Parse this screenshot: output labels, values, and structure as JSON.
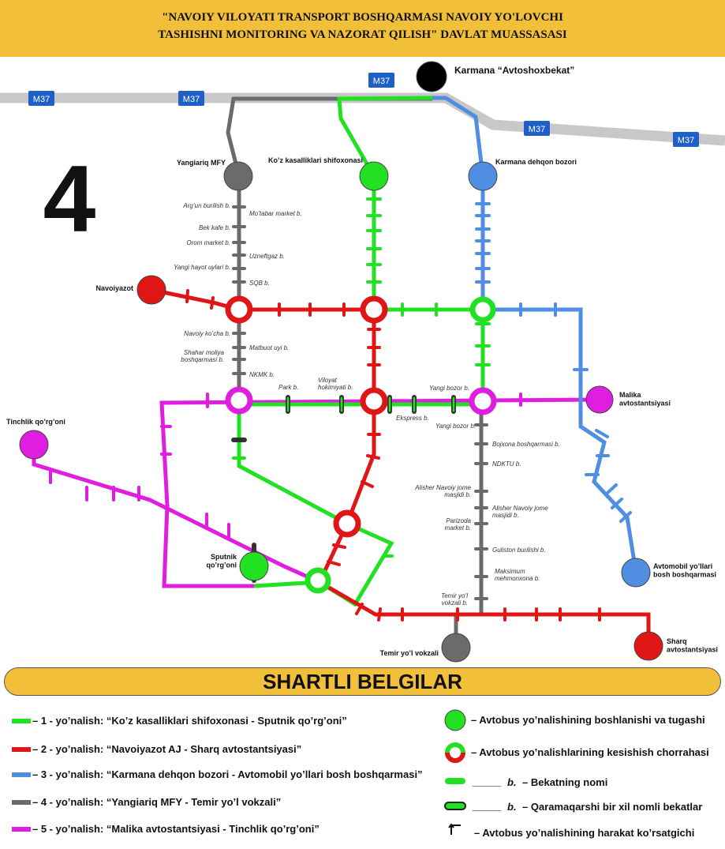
{
  "header": {
    "line1": "\"NAVOIY VILOYATI TRANSPORT BOSHQARMASI NAVOIY YO'LOVCHI",
    "line2": "TASHISHNI MONITORING VA NAZORAT QILISH\" DAVLAT MUASSASASI"
  },
  "route_number": "4",
  "highway_label": "M37",
  "colors": {
    "r1": "#22e122",
    "r2": "#e01616",
    "r3": "#4f8ee0",
    "r4": "#6b6b6b",
    "r5": "#e01ee0",
    "header": "#f2bf3a"
  },
  "terminals": {
    "karmana_avtoshox": "Karmana “Avtoshoxbekat”",
    "yangiariq": "Yangiariq MFY",
    "koz": "Ko’z kasalliklari shifoxonasi",
    "karmana_dehqon": "Karmana dehqon bozori",
    "navoiyazot": "Navoiyazot",
    "malika": "Malika\navtostantsiyasi",
    "tinchlik": "Tinchlik qo’rg’oni",
    "sputnik": "Sputnik\nqo’rg’oni",
    "avtomobil": "Avtomobil yo’llari\nbosh boshqarmasi",
    "temir": "Temir yo’l vokzali",
    "sharq": "Sharq\navtostantsiyasi"
  },
  "stops": {
    "argun": "Arg’un burilish b.",
    "motabar": "Mo’tabar market b.",
    "bek": "Bek kafe b.",
    "orom": "Orom market b.",
    "uzneft": "Uzneftgaz b.",
    "yangi_hayot": "Yangi hayot uylari b.",
    "sqb": "SQB b.",
    "kocha": "Navoiy ko’cha b.",
    "matbuot": "Matbuot uyi b.",
    "shahar": "Shahar moliya\nboshqarmasi b.",
    "nkmk": "NKMK b.",
    "park": "Park b.",
    "viloyat": "Viloyat\nhokimiyati b.",
    "yangi_bozor_top": "Yangi bozor b.",
    "ekspress": "Ekspress b.",
    "yangi_bozor": "Yangi bozor b.",
    "bojxona": "Bojxona boshqarmasi b.",
    "ndktu": "NDKTU b.",
    "alisher_l": "Alisher Navoiy jome\nmasjidi b.",
    "alisher_r": "Alisher Navoiy jome\nmasjidi b.",
    "parizoda": "Parizoda\nmarket b.",
    "guliston": "Guliston burilishi b.",
    "maksimum": "Maksimum\nmehmonxona b.",
    "temir_stop": "Temir yo’l\nvokzali b."
  },
  "legend": {
    "title": "SHARTLI BELGILAR",
    "routes": [
      "– 1 - yo’nalish: “Ko’z kasalliklari shifoxonasi - Sputnik qo’rg’oni”",
      "– 2 - yo’nalish: “Navoiyazot AJ - Sharq avtostantsiyasi”",
      "– 3 - yo’nalish: “Karmana dehqon bozori - Avtomobil yo’llari bosh boshqarmasi”",
      "– 4 - yo’nalish: “Yangiariq MFY - Temir yo’l vokzali”",
      "– 5 - yo’nalish: “Malika avtostantsiyasi - Tinchlik qo’rg’oni”"
    ],
    "symbols": {
      "terminal": "– Avtobus yo’nalishining boshlanishi va tugashi",
      "intersection": "– Avtobus yo’nalishlarining kesishish chorrahasi",
      "stop_blank": "_____",
      "stop_b": "b.",
      "stop": "– Bekatning nomi",
      "opposite": "– Qaramaqarshi bir xil nomli bekatlar",
      "arrow": "– Avtobus yo’nalishining harakat ko’rsatgichi"
    }
  }
}
